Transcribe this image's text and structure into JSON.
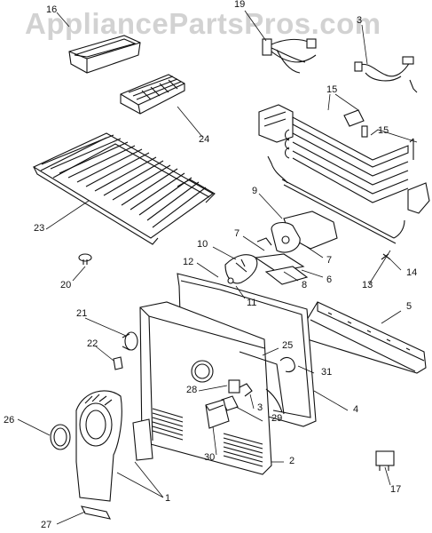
{
  "watermark": "AppliancePartsPros.com",
  "callouts": {
    "c1": "1",
    "c2": "2",
    "c3a": "3",
    "c3b": "3",
    "c4": "4",
    "c5": "5",
    "c6": "6",
    "c7a": "7",
    "c7b": "7",
    "c8": "8",
    "c9": "9",
    "c10": "10",
    "c11": "11",
    "c12": "12",
    "c13": "13",
    "c14": "14",
    "c15a": "15",
    "c15b": "15",
    "c16": "16",
    "c17": "17",
    "c19": "19",
    "c20": "20",
    "c21": "21",
    "c22": "22",
    "c23": "23",
    "c24": "24",
    "c25": "25",
    "c26": "26",
    "c27": "27",
    "c28": "28",
    "c29": "29",
    "c30": "30",
    "c31": "31"
  }
}
